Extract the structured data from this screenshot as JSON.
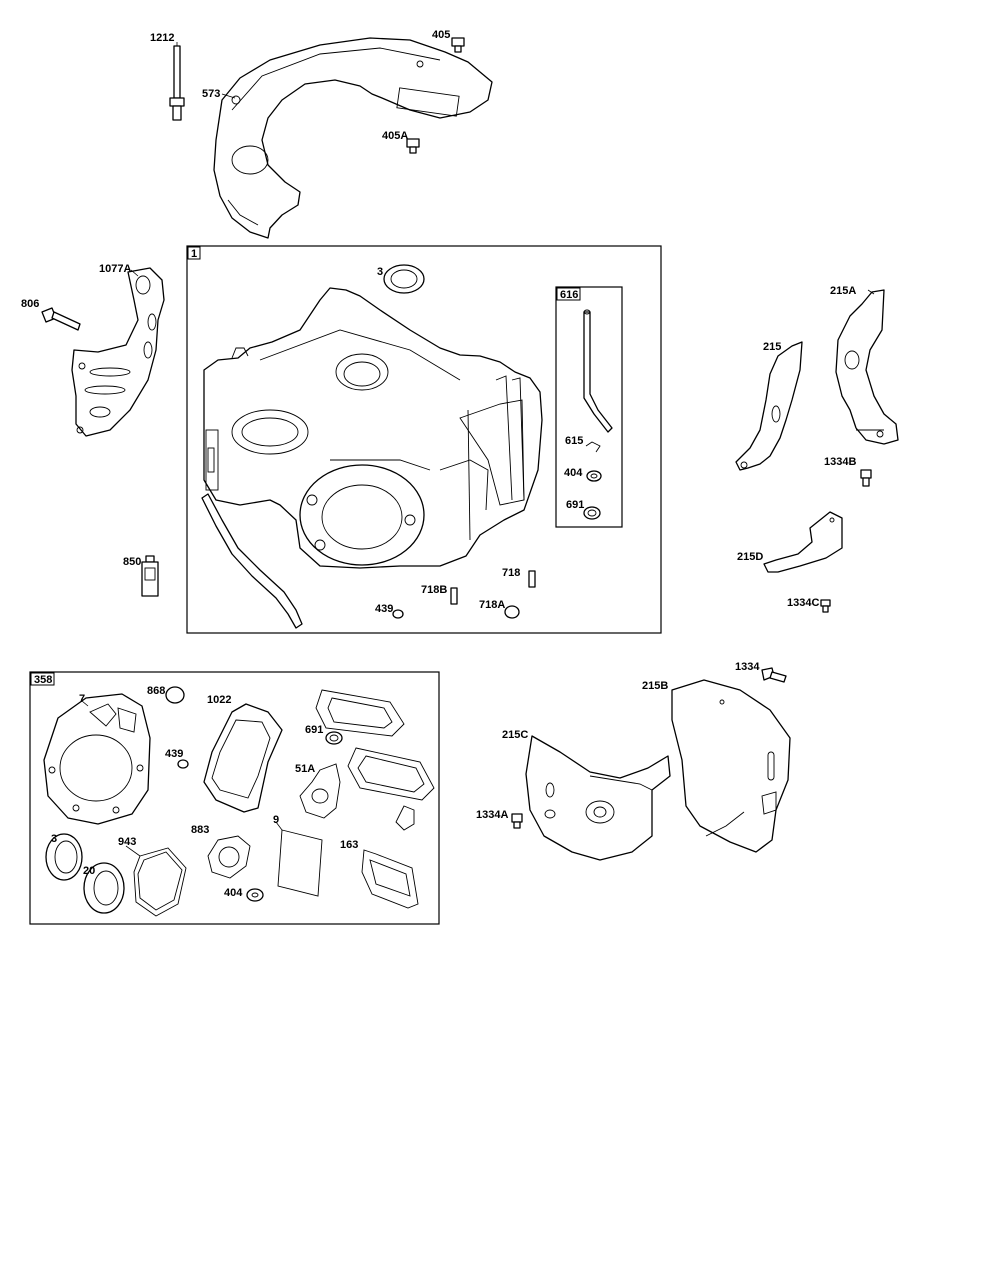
{
  "labels": {
    "p1212": "1212",
    "p405": "405",
    "p573": "573",
    "p405A": "405A",
    "p1077A": "1077A",
    "p806": "806",
    "p1": "1",
    "p3top": "3",
    "p616": "616",
    "p615": "615",
    "p404top": "404",
    "p691top": "691",
    "p850": "850",
    "p718": "718",
    "p718B": "718B",
    "p718A": "718A",
    "p439top": "439",
    "p215A": "215A",
    "p215": "215",
    "p1334B": "1334B",
    "p215D": "215D",
    "p1334C": "1334C",
    "p358": "358",
    "p7": "7",
    "p868": "868",
    "p1022": "1022",
    "p691kit": "691",
    "p439kit": "439",
    "p51A": "51A",
    "p3kit": "3",
    "p20": "20",
    "p943": "943",
    "p883": "883",
    "p9": "9",
    "p163": "163",
    "p404kit": "404",
    "p1334": "1334",
    "p215B": "215B",
    "p215C": "215C",
    "p1334A": "1334A"
  }
}
